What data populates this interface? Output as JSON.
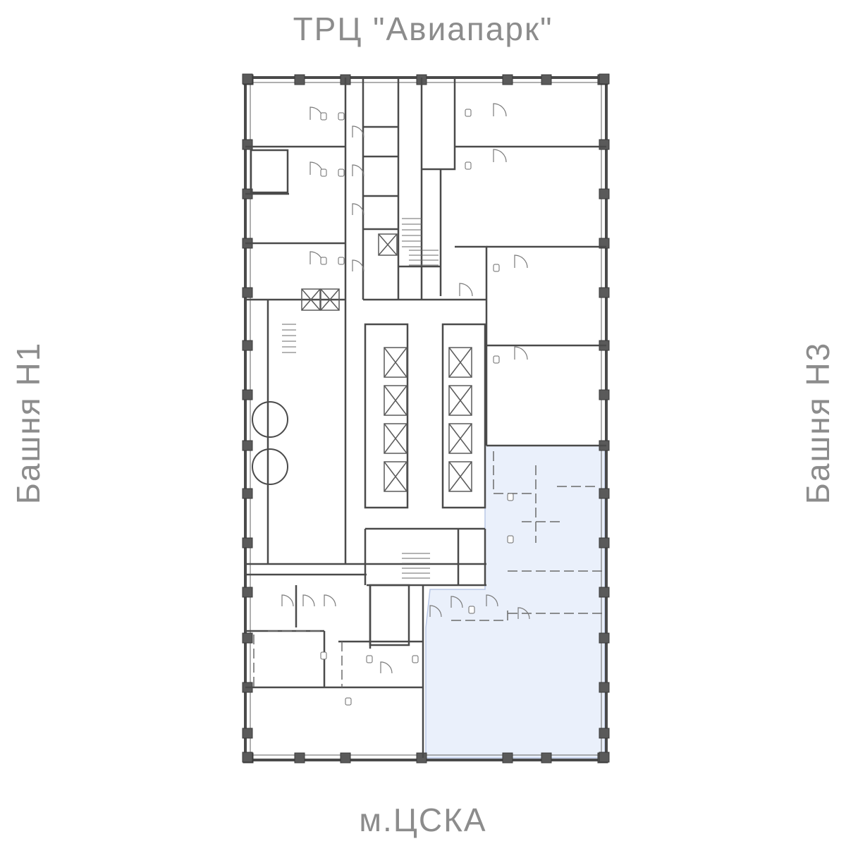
{
  "labels": {
    "top": "ТРЦ \"Авиапарк\"",
    "bottom": "м.ЦСКА",
    "left": "Башня Н1",
    "right": "Башня Н3"
  },
  "colors": {
    "wall": "#4a4a4a",
    "thin_line": "#6a6a6a",
    "label": "#8c8c8c",
    "highlight": "#eaf0fb",
    "highlight_border": "#b9c7e6"
  }
}
